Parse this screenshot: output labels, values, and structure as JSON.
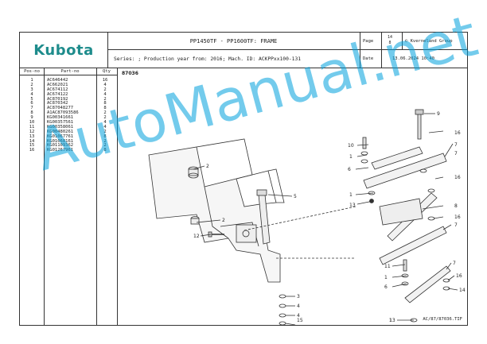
{
  "header": {
    "logo": "Kubota",
    "title": "PP1450TF - PP1600TF: FRAME",
    "series": "Series: ; Production year from: 2016; Mach. ID: ACKPPxx100-131",
    "page_label": "Page",
    "page_current": "14",
    "page_total": "8",
    "copyright": "© Kverneland Group",
    "date_label": "Date",
    "date_value": "13.06.2024  10:40"
  },
  "table": {
    "headers": [
      "Pos-no",
      "Part-no",
      "Qty"
    ],
    "rows": [
      {
        "pos": "1",
        "part": "AC646442",
        "qty": "16"
      },
      {
        "pos": "2",
        "part": "AC662021",
        "qty": "4"
      },
      {
        "pos": "3",
        "part": "AC674112",
        "qty": "2"
      },
      {
        "pos": "4",
        "part": "AC674122",
        "qty": "4"
      },
      {
        "pos": "5",
        "part": "AC870192",
        "qty": "2"
      },
      {
        "pos": "6",
        "part": "AC870342",
        "qty": "8"
      },
      {
        "pos": "7",
        "part": "AC87048277",
        "qty": "8"
      },
      {
        "pos": "8",
        "part": "A1AC87093586",
        "qty": "2"
      },
      {
        "pos": "9",
        "part": "KG00341661",
        "qty": "2"
      },
      {
        "pos": "10",
        "part": "KG00357561",
        "qty": "4"
      },
      {
        "pos": "11",
        "part": "KG00358061",
        "qty": "4"
      },
      {
        "pos": "12",
        "part": "KG00480261",
        "qty": "2"
      },
      {
        "pos": "13",
        "part": "KG01067761",
        "qty": "8"
      },
      {
        "pos": "14",
        "part": "KG01068161",
        "qty": "2"
      },
      {
        "pos": "15",
        "part": "KG01109362",
        "qty": "2"
      },
      {
        "pos": "16",
        "part": "KG01267961",
        "qty": "8"
      }
    ]
  },
  "diagram": {
    "figure_id": "87036",
    "footer_ref": "AC/87/87036.TIF",
    "callouts": [
      "9",
      "16",
      "7",
      "10",
      "1",
      "6",
      "7",
      "16",
      "8",
      "1",
      "13",
      "16",
      "7",
      "2",
      "5",
      "2",
      "12",
      "11",
      "1",
      "6",
      "7",
      "16",
      "14",
      "3",
      "4",
      "4",
      "15",
      "1",
      "13"
    ]
  },
  "watermark": "AutoManual.net"
}
